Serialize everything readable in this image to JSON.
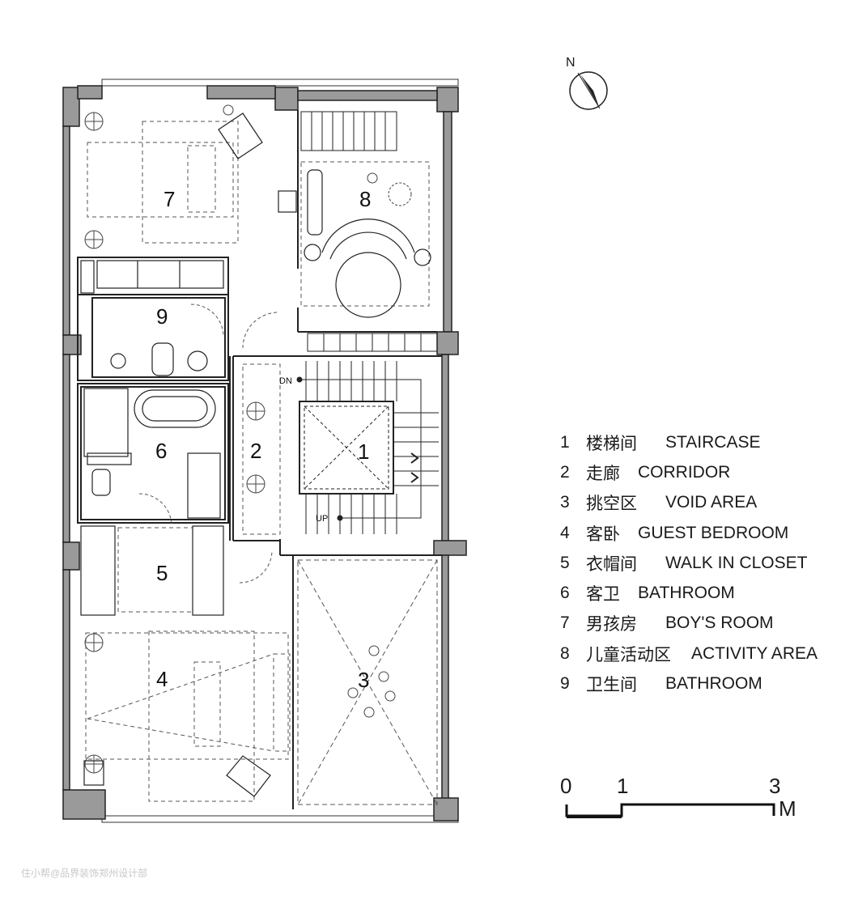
{
  "rooms": [
    {
      "num": "1"
    },
    {
      "num": "2"
    },
    {
      "num": "3"
    },
    {
      "num": "4"
    },
    {
      "num": "5"
    },
    {
      "num": "6"
    },
    {
      "num": "7"
    },
    {
      "num": "8"
    },
    {
      "num": "9"
    }
  ],
  "stair_labels": {
    "down": "DN",
    "up": "UP"
  },
  "compass": {
    "north": "N"
  },
  "legend": [
    {
      "num": "1",
      "zh": "楼梯间",
      "en": "STAIRCASE"
    },
    {
      "num": "2",
      "zh": "走廊",
      "en": "CORRIDOR"
    },
    {
      "num": "3",
      "zh": "挑空区",
      "en": "VOID  AREA"
    },
    {
      "num": "4",
      "zh": "客卧",
      "en": "GUEST BEDROOM"
    },
    {
      "num": "5",
      "zh": "衣帽间",
      "en": "WALK IN CLOSET"
    },
    {
      "num": "6",
      "zh": "客卫",
      "en": "BATHROOM"
    },
    {
      "num": "7",
      "zh": "男孩房",
      "en": "BOY'S ROOM"
    },
    {
      "num": "8",
      "zh": "儿童活动区",
      "en": "ACTIVITY  AREA"
    },
    {
      "num": "9",
      "zh": "卫生间",
      "en": "BATHROOM"
    }
  ],
  "scale_bar": {
    "zero": "0",
    "one": "1",
    "three": "3",
    "unit": "M"
  },
  "watermark": "住小帮@品界装饰郑州设计部",
  "colors": {
    "wall": "#9a9a9a",
    "line": "#222222",
    "dash": "#555555"
  }
}
